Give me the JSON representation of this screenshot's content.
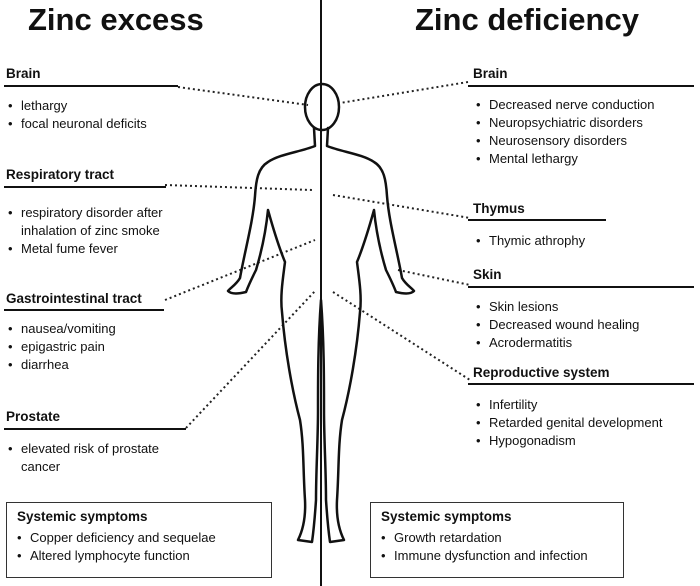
{
  "left": {
    "title": "Zinc excess",
    "sections": [
      {
        "name": "Brain",
        "items": [
          "lethargy",
          "focal neuronal deficits"
        ]
      },
      {
        "name": "Respiratory tract",
        "items": [
          "respiratory disorder after inhalation of zinc smoke",
          "Metal fume fever"
        ]
      },
      {
        "name": "Gastrointestinal tract",
        "items": [
          "nausea/vomiting",
          "epigastric pain",
          "diarrhea"
        ]
      },
      {
        "name": "Prostate",
        "items": [
          "elevated risk of prostate cancer"
        ]
      }
    ],
    "systemic": {
      "title": "Systemic symptoms",
      "items": [
        "Copper deficiency and sequelae",
        "Altered lymphocyte function"
      ]
    }
  },
  "right": {
    "title": "Zinc deficiency",
    "sections": [
      {
        "name": "Brain",
        "items": [
          "Decreased nerve conduction",
          "Neuropsychiatric disorders",
          "Neurosensory disorders",
          "Mental lethargy"
        ]
      },
      {
        "name": "Thymus",
        "items": [
          "Thymic athrophy"
        ]
      },
      {
        "name": "Skin",
        "items": [
          "Skin lesions",
          "Decreased wound healing",
          "Acrodermatitis"
        ]
      },
      {
        "name": "Reproductive system",
        "items": [
          "Infertility",
          "Retarded genital development",
          "Hypogonadism"
        ]
      }
    ],
    "systemic": {
      "title": "Systemic symptoms",
      "items": [
        "Growth retardation",
        "Immune dysfunction and infection"
      ]
    }
  }
}
